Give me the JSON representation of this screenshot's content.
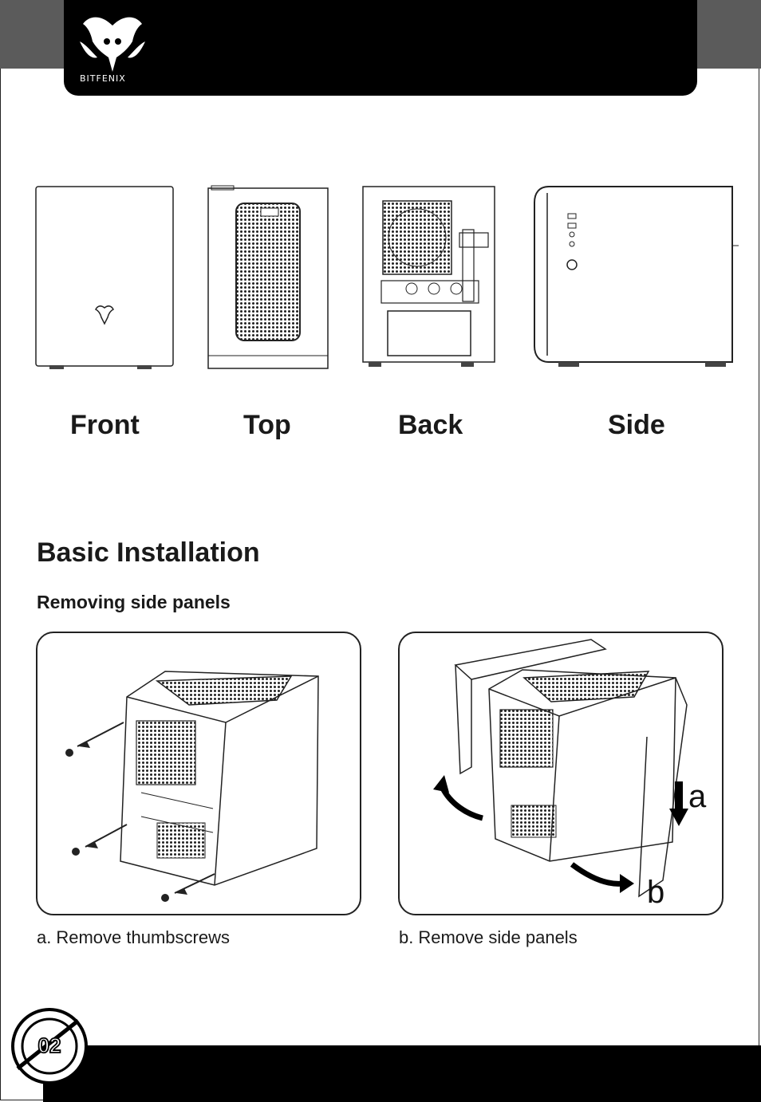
{
  "brand": {
    "logo_text": "BITFENIX"
  },
  "views": {
    "front": "Front",
    "top": "Top",
    "back": "Back",
    "side": "Side"
  },
  "section": {
    "title": "Basic Installation",
    "subtitle": "Removing side panels"
  },
  "steps": [
    {
      "letter": "a.",
      "text": "Remove thumbscrews"
    },
    {
      "letter": "b.",
      "text": "Remove side panels"
    }
  ],
  "diagram_labels": {
    "a": "a",
    "b": "b"
  },
  "page": {
    "number": "02"
  },
  "colors": {
    "header": "#000000",
    "corner": "#5b5b5b",
    "line": "#222222"
  }
}
